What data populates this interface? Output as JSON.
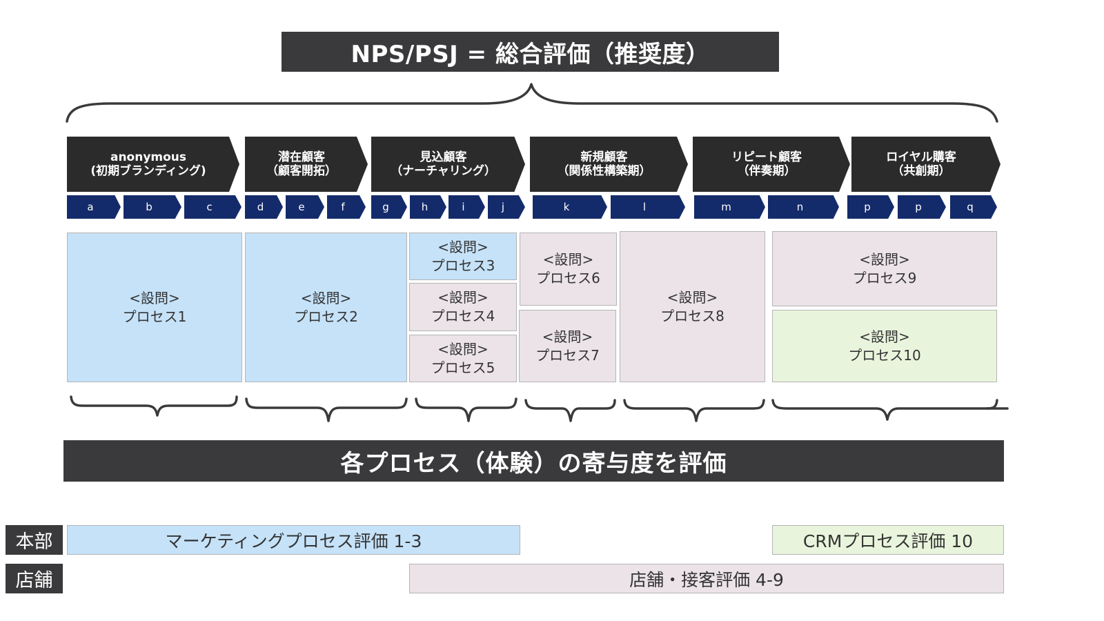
{
  "header": {
    "title": "NPS/PSJ = 総合評価（推奨度）"
  },
  "stages": [
    {
      "line1": "anonymous",
      "line2": "(初期ブランディング)"
    },
    {
      "line1": "潜在顧客",
      "line2": "（顧客開拓）"
    },
    {
      "line1": "見込顧客",
      "line2": "（ナーチャリング）"
    },
    {
      "line1": "新規顧客",
      "line2": "（関係性構築期）"
    },
    {
      "line1": "リピート顧客",
      "line2": "（伴奏期）"
    },
    {
      "line1": "ロイヤル購客",
      "line2": "（共創期）"
    }
  ],
  "steps": [
    "a",
    "b",
    "c",
    "d",
    "e",
    "f",
    "g",
    "h",
    "i",
    "j",
    "k",
    "l",
    "m",
    "n",
    "p",
    "p",
    "q"
  ],
  "processes": [
    {
      "label": "<設問>",
      "name": "プロセス1",
      "category": "marketing"
    },
    {
      "label": "<設問>",
      "name": "プロセス2",
      "category": "marketing"
    },
    {
      "label": "<設問>",
      "name": "プロセス3",
      "category": "marketing"
    },
    {
      "label": "<設問>",
      "name": "プロセス4",
      "category": "store"
    },
    {
      "label": "<設問>",
      "name": "プロセス5",
      "category": "store"
    },
    {
      "label": "<設問>",
      "name": "プロセス6",
      "category": "store"
    },
    {
      "label": "<設問>",
      "name": "プロセス7",
      "category": "store"
    },
    {
      "label": "<設問>",
      "name": "プロセス8",
      "category": "store"
    },
    {
      "label": "<設問>",
      "name": "プロセス9",
      "category": "store"
    },
    {
      "label": "<設問>",
      "name": "プロセス10",
      "category": "crm"
    }
  ],
  "footer": {
    "title": "各プロセス（体験）の寄与度を評価"
  },
  "rows": {
    "hq": {
      "label": "本部",
      "marketing": "マーケティングプロセス評価 1-3",
      "crm": "CRMプロセス評価 10"
    },
    "store": {
      "label": "店舗",
      "evaluation": "店舗・接客評価 4-9"
    }
  },
  "colors": {
    "dark": "#3a3a3c",
    "stage": "#2b2b2b",
    "step": "#142b6b",
    "marketing": "#c5e2f8",
    "store": "#ebe3e8",
    "crm": "#e9f4dc"
  }
}
